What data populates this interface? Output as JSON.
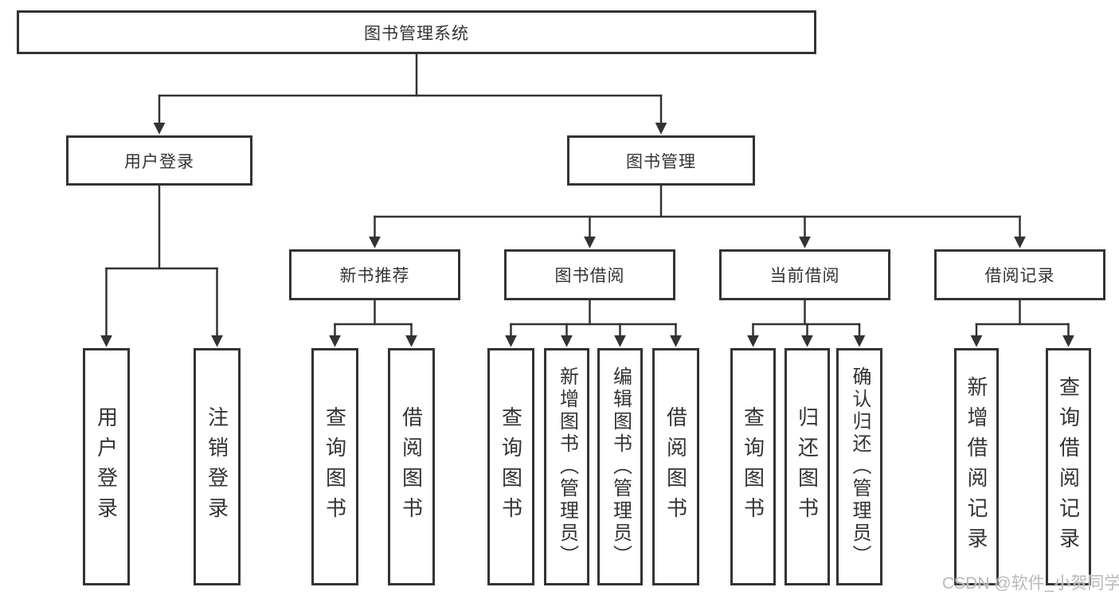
{
  "diagram": {
    "root": {
      "label": "图书管理系统"
    },
    "level2": [
      {
        "label": "用户登录",
        "children": [
          {
            "label": "用户登录"
          },
          {
            "label": "注销登录"
          }
        ]
      },
      {
        "label": "图书管理",
        "children": [
          {
            "label": "新书推荐",
            "children": [
              {
                "label": "查询图书"
              },
              {
                "label": "借阅图书"
              }
            ]
          },
          {
            "label": "图书借阅",
            "children": [
              {
                "label": "查询图书"
              },
              {
                "label": "新增图书（管理员）"
              },
              {
                "label": "编辑图书（管理员）"
              },
              {
                "label": "借阅图书"
              }
            ]
          },
          {
            "label": "当前借阅",
            "children": [
              {
                "label": "查询图书"
              },
              {
                "label": "归还图书"
              },
              {
                "label": "确认归还（管理员）"
              }
            ]
          },
          {
            "label": "借阅记录",
            "children": [
              {
                "label": "新增借阅记录"
              },
              {
                "label": "查询借阅记录"
              }
            ]
          }
        ]
      }
    ]
  },
  "watermark": {
    "text": "CSDN @软件_小贺同学"
  },
  "colors": {
    "line": "#333333",
    "box_border": "#333333",
    "box_background": "#ffffff",
    "text": "#333333",
    "page_background": "#ffffff",
    "watermark": "#b9b9b9"
  }
}
